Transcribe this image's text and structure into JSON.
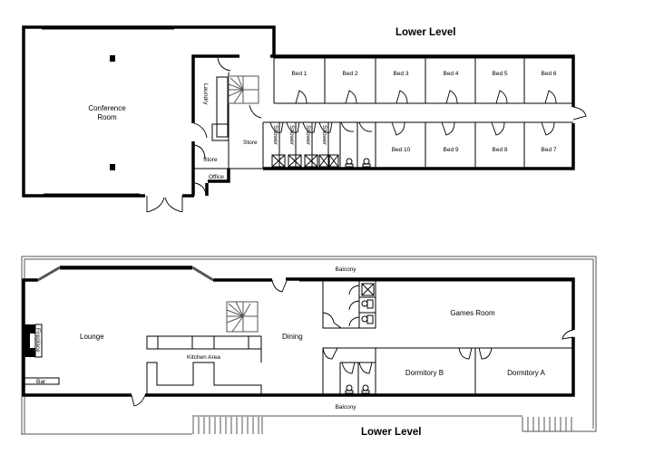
{
  "plans": [
    {
      "title": "Lower Level",
      "rooms": {
        "conference": [
          "Conference",
          "Room"
        ],
        "laundry": "Laundry",
        "store_large": "Store",
        "store_small": "Store",
        "office": "Office",
        "showers": [
          "Shower",
          "Shower",
          "Shower",
          "Shower"
        ],
        "beds_top": [
          "Bed 1",
          "Bed 2",
          "Bed 3",
          "Bed 4",
          "Bed 5",
          "Bed 6"
        ],
        "beds_bottom": [
          "Bed 10",
          "Bed 9",
          "Bed 8",
          "Bed 7"
        ]
      }
    },
    {
      "title": "Lower Level",
      "rooms": {
        "lounge": "Lounge",
        "fireplace": "Fireplace",
        "bar": "Bar",
        "kitchen": "Kitchen Area",
        "dining": "Dining",
        "games": "Games Room",
        "dorm_b": "Dormitory B",
        "dorm_a": "Dormitory A",
        "balcony_top": "Balcony",
        "balcony_bottom": "Balcony"
      }
    }
  ]
}
